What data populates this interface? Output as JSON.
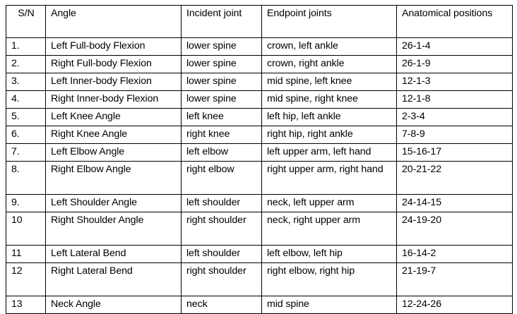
{
  "table": {
    "headers": [
      "S/N",
      "Angle",
      "Incident joint",
      "Endpoint joints",
      "Anatomical positions"
    ],
    "rows": [
      {
        "sn": "1.",
        "angle": "Left Full-body Flexion",
        "incident_joint": "lower spine",
        "endpoint_joints": "crown, left ankle",
        "anatomical_positions": "26-1-4",
        "tall": false
      },
      {
        "sn": "2.",
        "angle": "Right Full-body Flexion",
        "incident_joint": "lower spine",
        "endpoint_joints": "crown, right ankle",
        "anatomical_positions": "26-1-9",
        "tall": false
      },
      {
        "sn": "3.",
        "angle": "Left Inner-body Flexion",
        "incident_joint": "lower spine",
        "endpoint_joints": "mid spine, left knee",
        "anatomical_positions": "12-1-3",
        "tall": false
      },
      {
        "sn": "4.",
        "angle": "Right Inner-body Flexion",
        "incident_joint": "lower spine",
        "endpoint_joints": "mid spine, right knee",
        "anatomical_positions": "12-1-8",
        "tall": false
      },
      {
        "sn": "5.",
        "angle": "Left Knee Angle",
        "incident_joint": "left knee",
        "endpoint_joints": "left hip, left ankle",
        "anatomical_positions": "2-3-4",
        "tall": false
      },
      {
        "sn": "6.",
        "angle": "Right Knee Angle",
        "incident_joint": "right knee",
        "endpoint_joints": "right hip, right ankle",
        "anatomical_positions": "7-8-9",
        "tall": false
      },
      {
        "sn": "7.",
        "angle": "Left Elbow Angle",
        "incident_joint": "left elbow",
        "endpoint_joints": "left upper arm, left hand",
        "anatomical_positions": "15-16-17",
        "tall": false
      },
      {
        "sn": "8.",
        "angle": "Right Elbow Angle",
        "incident_joint": "right elbow",
        "endpoint_joints": "right upper arm, right hand",
        "anatomical_positions": "20-21-22",
        "tall": true
      },
      {
        "sn": "9.",
        "angle": "Left Shoulder Angle",
        "incident_joint": "left shoulder",
        "endpoint_joints": "neck, left upper arm",
        "anatomical_positions": "24-14-15",
        "tall": false
      },
      {
        "sn": "10",
        "angle": "Right Shoulder Angle",
        "incident_joint": "right shoulder",
        "endpoint_joints": "neck, right upper arm",
        "anatomical_positions": "24-19-20",
        "tall": true
      },
      {
        "sn": "11",
        "angle": "Left Lateral Bend",
        "incident_joint": "left shoulder",
        "endpoint_joints": "left elbow, left hip",
        "anatomical_positions": "16-14-2",
        "tall": false
      },
      {
        "sn": "12",
        "angle": "Right Lateral Bend",
        "incident_joint": "right shoulder",
        "endpoint_joints": "right elbow, right hip",
        "anatomical_positions": "21-19-7",
        "tall": true
      },
      {
        "sn": "13",
        "angle": "Neck Angle",
        "incident_joint": "neck",
        "endpoint_joints": "mid spine",
        "anatomical_positions": "12-24-26",
        "tall": false
      }
    ]
  },
  "colors": {
    "border": "#000000",
    "text": "#000000",
    "background": "#ffffff"
  }
}
